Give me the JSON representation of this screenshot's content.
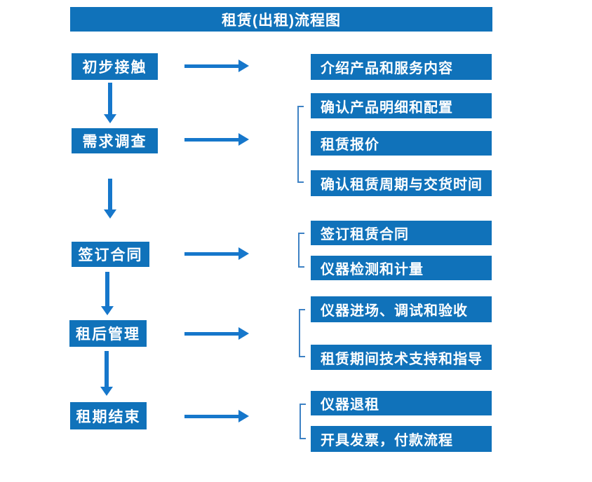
{
  "title": "租赁(出租)流程图",
  "colors": {
    "box_blue": "#1072BA",
    "arrow_blue": "#1677CB",
    "bracket_blue": "#3E82C4",
    "text_white": "#FFFFFF"
  },
  "steps": [
    {
      "label": "初步接触",
      "details": [
        "介绍产品和服务内容"
      ]
    },
    {
      "label": "需求调查",
      "details": [
        "确认产品明细和配置",
        "租赁报价",
        "确认租赁周期与交货时间"
      ]
    },
    {
      "label": "签订合同",
      "details": [
        "签订租赁合同",
        "仪器检测和计量"
      ]
    },
    {
      "label": "租后管理",
      "details": [
        "仪器进场、调试和验收",
        "租赁期间技术支持和指导"
      ]
    },
    {
      "label": "租期结束",
      "details": [
        "仪器退租",
        "开具发票，付款流程"
      ]
    }
  ]
}
